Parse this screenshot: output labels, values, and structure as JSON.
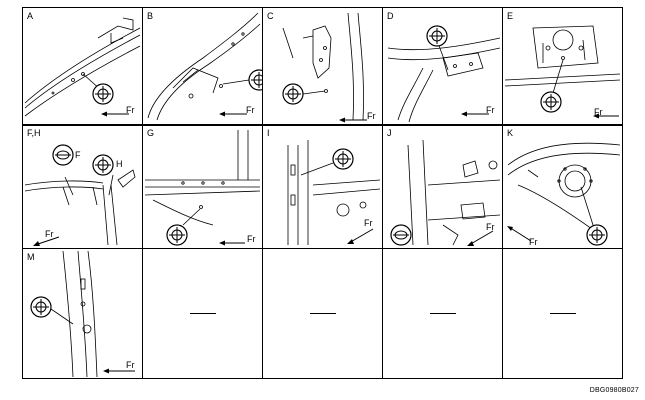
{
  "figure_code": "DBG0980B027",
  "front_label": "Fr",
  "panels": [
    {
      "id": "A",
      "label": "A",
      "fr": "Fr"
    },
    {
      "id": "B",
      "label": "B",
      "fr": "Fr"
    },
    {
      "id": "C",
      "label": "C",
      "fr": "Fr"
    },
    {
      "id": "D",
      "label": "D",
      "fr": "Fr"
    },
    {
      "id": "E",
      "label": "E",
      "fr": "Fr"
    },
    {
      "id": "FH",
      "label": "F,H",
      "fr": "Fr",
      "callouts": [
        "F",
        "H"
      ]
    },
    {
      "id": "G",
      "label": "G",
      "fr": "Fr"
    },
    {
      "id": "I",
      "label": "I",
      "fr": "Fr"
    },
    {
      "id": "J",
      "label": "J",
      "fr": "Fr"
    },
    {
      "id": "K",
      "label": "K",
      "fr": "Fr"
    },
    {
      "id": "M",
      "label": "M",
      "fr": "Fr"
    },
    {
      "id": "empty1",
      "label": "",
      "blank": true
    },
    {
      "id": "empty2",
      "label": "",
      "blank": true
    },
    {
      "id": "empty3",
      "label": "",
      "blank": true
    },
    {
      "id": "empty4",
      "label": "",
      "blank": true
    }
  ]
}
